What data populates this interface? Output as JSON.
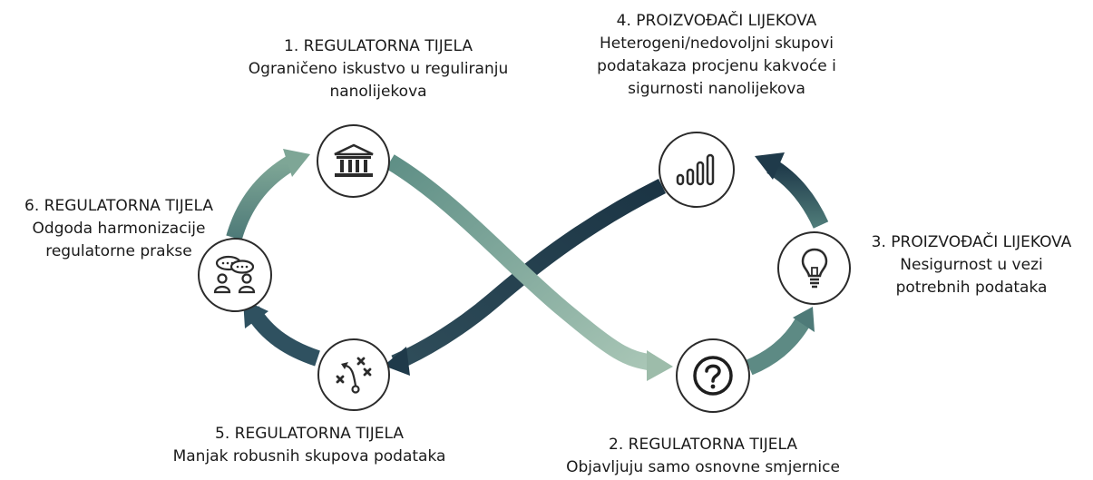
{
  "steps": [
    {
      "number": "1.",
      "title": "REGULATORNA TIJELA",
      "lines": [
        "Ograničeno iskustvo u reguliranju",
        "nanolijekova"
      ],
      "icon": "institution-icon"
    },
    {
      "number": "2.",
      "title": "REGULATORNA TIJELA",
      "lines": [
        "Objavljuju samo osnovne smjernice"
      ],
      "icon": "question-mark-icon"
    },
    {
      "number": "3.",
      "title": "PROIZVOĐAČI LIJEKOVA",
      "lines": [
        "Nesigurnost u vezi",
        "potrebnih podataka"
      ],
      "icon": "lightbulb-icon"
    },
    {
      "number": "4.",
      "title": "PROIZVOĐAČI LIJEKOVA",
      "lines": [
        "Heterogeni/nedovoljni skupovi",
        "podatakaza procjenu kakvoće i",
        "sigurnosti nanolijekova"
      ],
      "icon": "bar-chart-icon"
    },
    {
      "number": "5.",
      "title": "REGULATORNA TIJELA",
      "lines": [
        "Manjak robusnih skupova podataka"
      ],
      "icon": "strategy-icon"
    },
    {
      "number": "6.",
      "title": "REGULATORNA TIJELA",
      "lines": [
        "Odgoda harmonizacije",
        "regulatorne prakse"
      ],
      "icon": "discussion-icon"
    }
  ],
  "colors": {
    "dark_arrow": "#1f3a4a",
    "light_arrow": "#8fb0a0",
    "mid_arrow": "#4e7a78",
    "icon_stroke": "#2b2b2b"
  }
}
